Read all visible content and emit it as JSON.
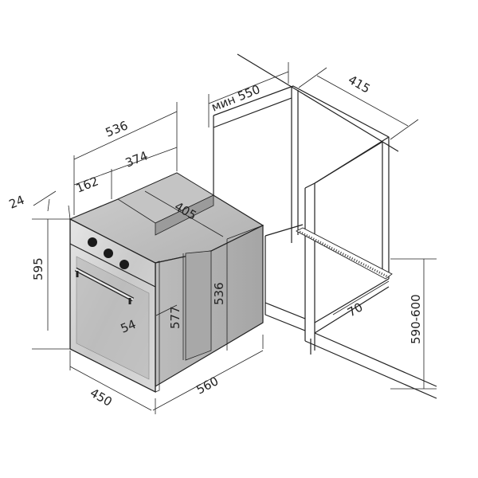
{
  "dimensions": {
    "cab_depth_min": "мин 550",
    "cab_width": "415",
    "oven_depth": "536",
    "oven_depth_inner": "374",
    "oven_front_part": "162",
    "front_thickness": "24",
    "top_depth": "405",
    "oven_height": "595",
    "body_height": "536",
    "inner_height": "577",
    "panel_offset": "54",
    "oven_width": "560",
    "front_width": "450",
    "vent_depth": "70",
    "niche_height": "590-600"
  },
  "colors": {
    "line": "#222222",
    "oven_body": "#b9b9b9",
    "oven_front": "#d2d2d2",
    "oven_dark": "#8a8a8a",
    "knob": "#1a1a1a"
  }
}
